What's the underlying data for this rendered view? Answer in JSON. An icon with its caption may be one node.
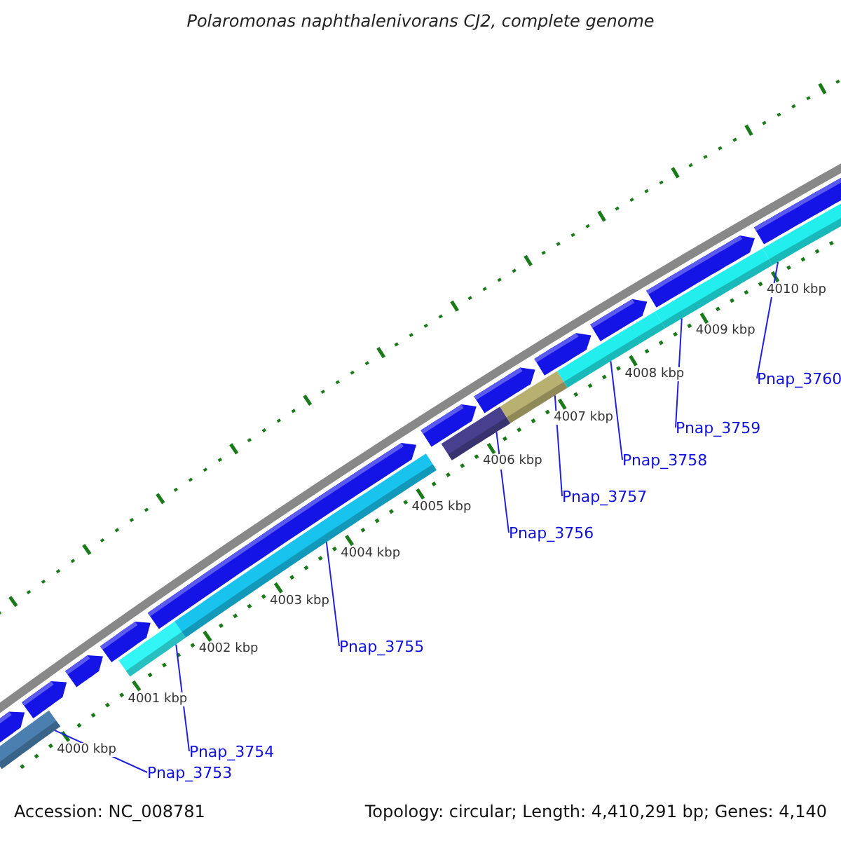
{
  "diagram": {
    "title": "Polaromonas naphthalenivorans CJ2, complete genome",
    "nodes": [
      {
        "text": [
          "Pnap_3753"
        ]
      },
      {
        "text": [
          "Pnap_3754"
        ]
      },
      {
        "text": [
          "Pnap_3755"
        ]
      },
      {
        "text": [
          "Pnap_3756"
        ]
      },
      {
        "text": [
          "Pnap_3757"
        ]
      },
      {
        "text": [
          "Pnap_3758"
        ]
      },
      {
        "text": [
          "Pnap_3759"
        ]
      },
      {
        "text": [
          "Pnap_3760"
        ]
      },
      {
        "text": [],
        "shape": "bar"
      },
      {
        "text": [],
        "shape": "bar"
      },
      {
        "text": [],
        "shape": "bar"
      },
      {
        "text": [],
        "shape": "bar"
      },
      {
        "text": [],
        "shape": "bar"
      },
      {
        "text": [],
        "shape": "bar"
      },
      {
        "text": [],
        "shape": "bar"
      },
      {
        "text": [],
        "shape": "bar"
      }
    ],
    "edges": [
      {
        "from": 0,
        "to": 8,
        "arrow": "none"
      },
      {
        "from": 1,
        "to": 9,
        "arrow": "none"
      },
      {
        "from": 2,
        "to": 10,
        "arrow": "none"
      },
      {
        "from": 3,
        "to": 11,
        "arrow": "none"
      },
      {
        "from": 4,
        "to": 12,
        "arrow": "none"
      },
      {
        "from": 5,
        "to": 13,
        "arrow": "none"
      },
      {
        "from": 6,
        "to": 14,
        "arrow": "none"
      },
      {
        "from": 7,
        "to": 15,
        "arrow": "none"
      }
    ],
    "labels": [
      "4000 kbp",
      "4001 kbp",
      "4002 kbp",
      "4003 kbp",
      "4004 kbp",
      "4005 kbp",
      "4006 kbp",
      "4007 kbp",
      "4008 kbp",
      "4009 kbp",
      "4010 kbp",
      "Accession: NC_008781",
      "Topology: circular; Length: 4,410,291 bp; Genes: 4,140"
    ]
  }
}
